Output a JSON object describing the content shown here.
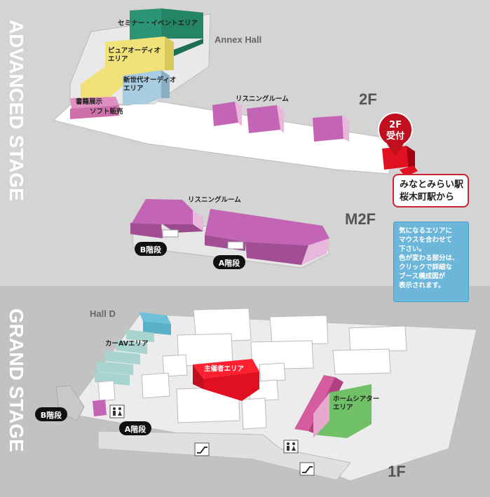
{
  "stages": {
    "advanced": "ADVANCED STAGE",
    "grand": "GRAND STAGE"
  },
  "floors": {
    "f2": "2F",
    "m2": "M2F",
    "f1": "1F"
  },
  "halls": {
    "annex": "Annex Hall",
    "hall_d": "Hall D"
  },
  "areas_2f": {
    "seminar": "セミナー・イベントエリア",
    "pure_audio": [
      "ピュアオーディオ",
      "エリア"
    ],
    "new_gen": [
      "新世代オーディオ",
      "エリア"
    ],
    "books": "書籍展示",
    "software": "ソフト販売",
    "listening": "リスニングルーム"
  },
  "reception": [
    "2F",
    "受付"
  ],
  "station": [
    "みなとみらい駅",
    "桜木町駅から"
  ],
  "areas_m2f": {
    "listening": "リスニングルーム",
    "stairs_b": "B階段",
    "stairs_a": "A階段"
  },
  "areas_1f": {
    "car_av": "カーAVエリア",
    "organizer": "主催者エリア",
    "home_theater": [
      "ホームシアター",
      "エリア"
    ],
    "stairs_b": "B階段",
    "stairs_a": "A階段"
  },
  "icons": [
    "restroom-icon",
    "escalator-icon"
  ],
  "info": [
    "気になるエリアに",
    "マウスを合わせて",
    "下さい。",
    "色が変わる部分は、",
    "クリックで詳細な",
    "ブース構成図が",
    "表示されます。"
  ],
  "colors": {
    "upper_bg": "#d4d4d4",
    "lower_bg": "#c2c2c2",
    "seminar": "#2a9474",
    "pure_audio": "#f0e278",
    "new_gen": "#a8cce0",
    "listening": "#c464b4",
    "reception": "#e01020",
    "organizer": "#e01020",
    "home_theater_pink": "#d65ca0",
    "home_theater_green": "#70c068",
    "car_av": "#a8d4d0",
    "info_bg": "#6cb7d9"
  }
}
